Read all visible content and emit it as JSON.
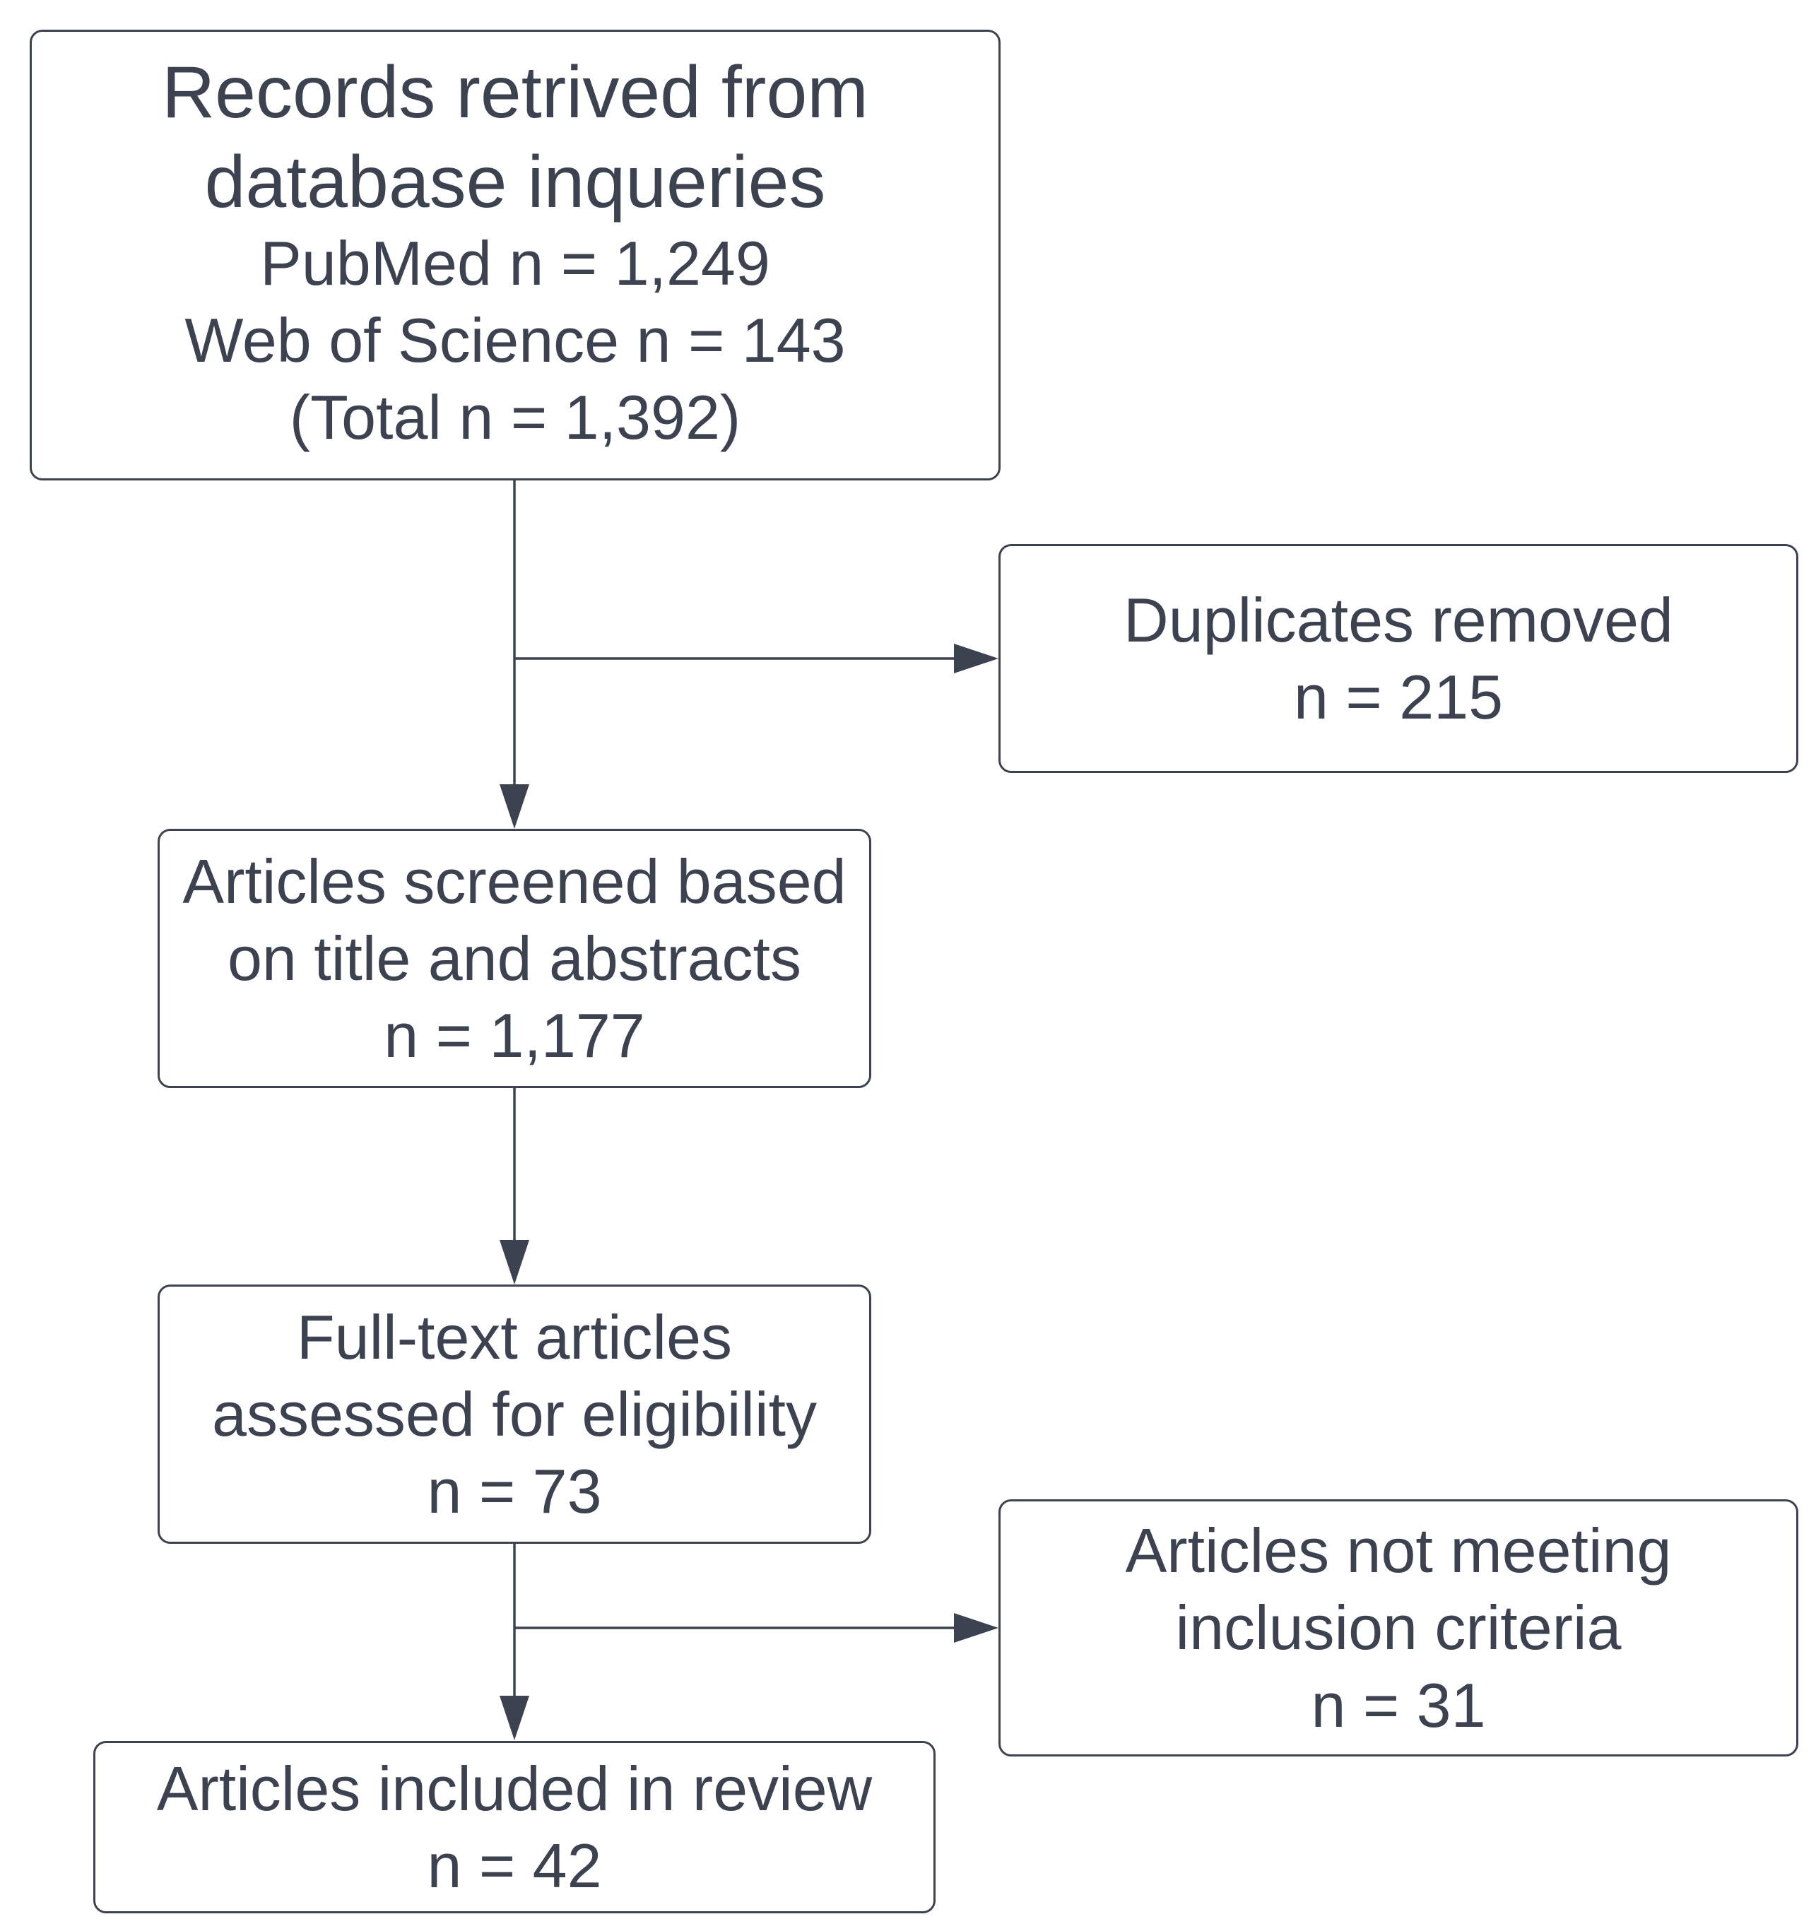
{
  "diagram": {
    "records": {
      "title_line1": "Records retrived from",
      "title_line2": "database inqueries",
      "pubmed": "PubMed n = 1,249",
      "wos": "Web of Science n = 143",
      "total": "(Total n = 1,392)"
    },
    "duplicates": {
      "label": "Duplicates removed",
      "count": "n = 215"
    },
    "screened": {
      "line1": "Articles screened based",
      "line2": "on title and abstracts",
      "count": "n = 1,177"
    },
    "fulltext": {
      "line1": "Full-text articles",
      "line2": "assessed for eligibility",
      "count": "n = 73"
    },
    "excluded": {
      "line1": "Articles not meeting",
      "line2": "inclusion criteria",
      "count": "n = 31"
    },
    "included": {
      "label": "Articles included in review",
      "count": "n = 42"
    },
    "colors": {
      "stroke": "#3c4250",
      "text": "#3c4250",
      "background": "#ffffff"
    }
  }
}
